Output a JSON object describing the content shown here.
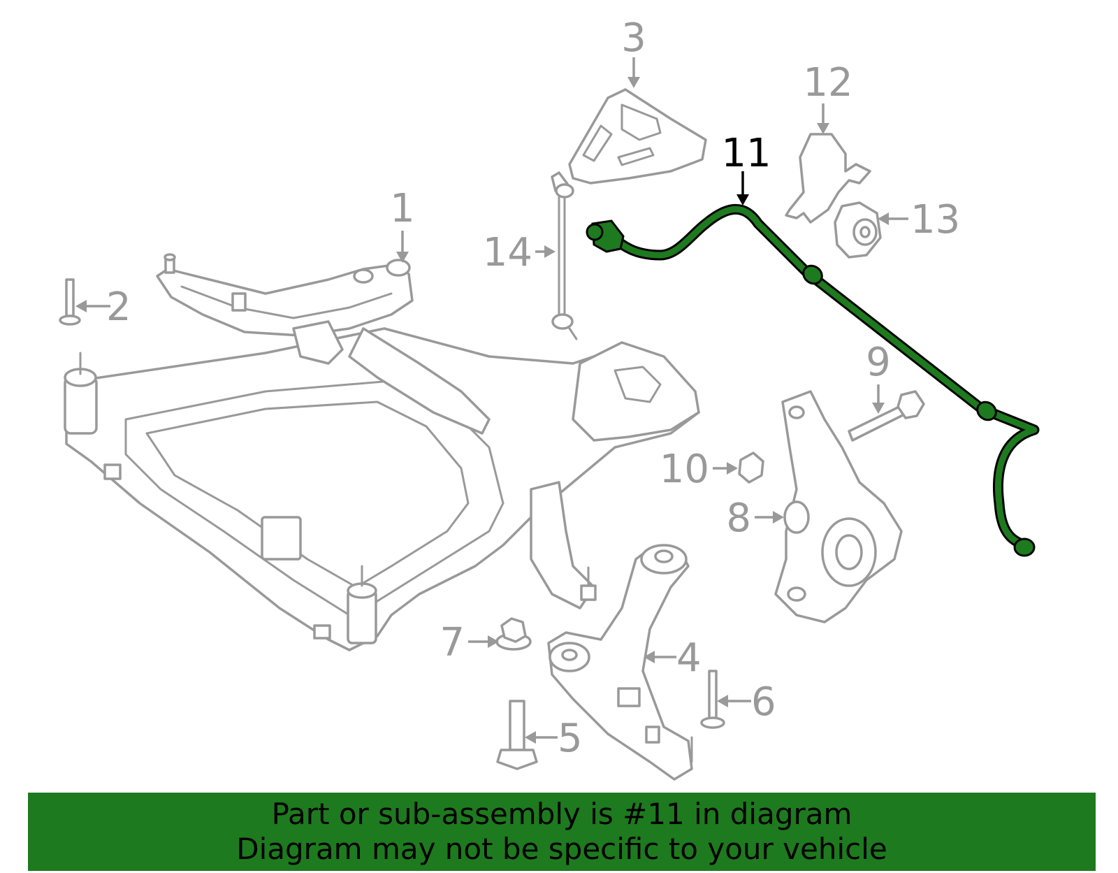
{
  "callouts": [
    {
      "id": "1",
      "label": "1"
    },
    {
      "id": "2",
      "label": "2"
    },
    {
      "id": "3",
      "label": "3"
    },
    {
      "id": "4",
      "label": "4"
    },
    {
      "id": "5",
      "label": "5"
    },
    {
      "id": "6",
      "label": "6"
    },
    {
      "id": "7",
      "label": "7"
    },
    {
      "id": "8",
      "label": "8"
    },
    {
      "id": "9",
      "label": "9"
    },
    {
      "id": "10",
      "label": "10"
    },
    {
      "id": "11",
      "label": "11"
    },
    {
      "id": "12",
      "label": "12"
    },
    {
      "id": "13",
      "label": "13"
    },
    {
      "id": "14",
      "label": "14"
    }
  ],
  "highlighted_part": "11",
  "banner": {
    "line1": "Part or sub-assembly is #11 in diagram",
    "line2": "Diagram may not be specific to your vehicle"
  },
  "colors": {
    "highlight": "#1e7a1e",
    "banner_background": "#1e7a1e",
    "part_outline": "#999999",
    "highlight_label": "#000000"
  }
}
